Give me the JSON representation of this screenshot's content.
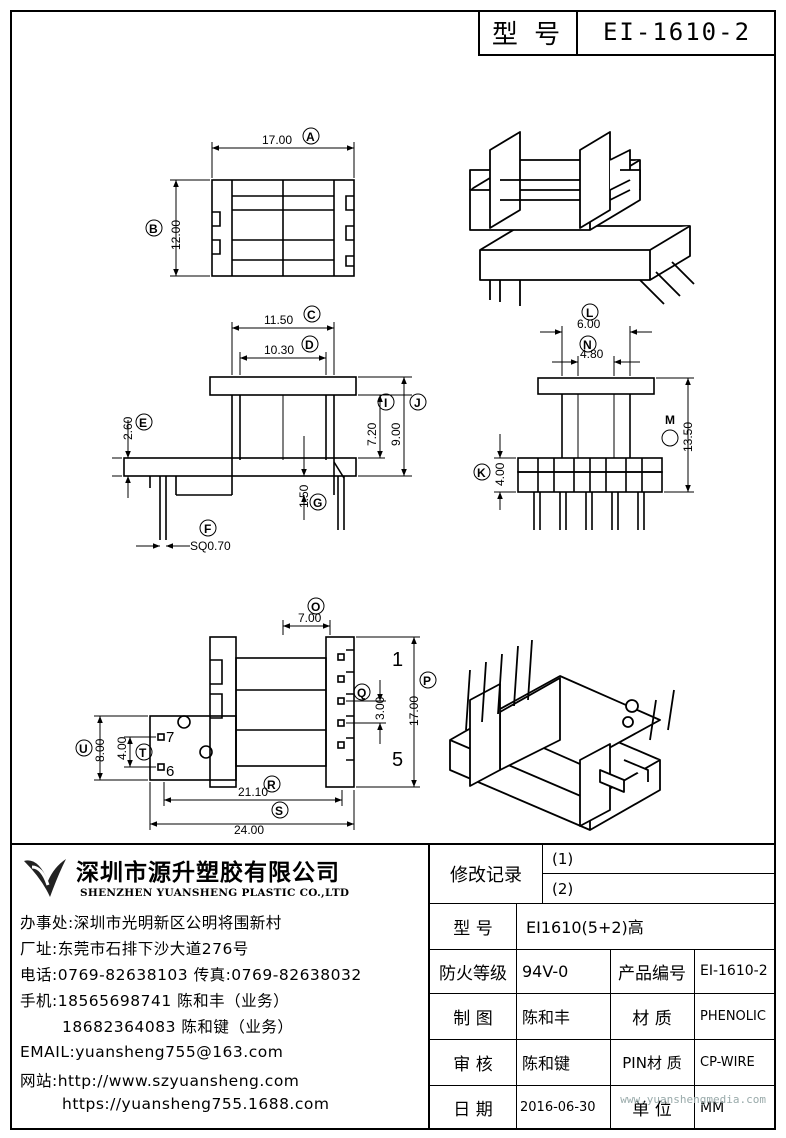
{
  "title_block": {
    "label": "型 号",
    "model": "EI-1610-2"
  },
  "dimensions": {
    "a": "17.00",
    "b": "12.00",
    "c": "11.50",
    "d": "10.30",
    "e": "2.60",
    "f": "SQ0.70",
    "g": "1.50",
    "i": "7.20",
    "j": "9.00",
    "l": "6.00",
    "n": "4.80",
    "m": "13.50",
    "k": "4.00",
    "o": "7.00",
    "p": "17.00",
    "q": "3.00",
    "r": "21.10",
    "s": "24.00",
    "t": "4.00",
    "u": "8.00"
  },
  "callouts": {
    "a": "A",
    "b": "B",
    "c": "C",
    "d": "D",
    "e": "E",
    "f": "F",
    "g": "G",
    "i": "I",
    "j": "J",
    "l": "L",
    "n": "N",
    "m": "M",
    "k": "K",
    "o": "O",
    "p": "P",
    "q": "Q",
    "r": "R",
    "s": "S",
    "t": "T",
    "u": "U"
  },
  "pin_labels": {
    "p1": "1",
    "p5": "5",
    "p6": "6",
    "p7": "7"
  },
  "company": {
    "name_cn": "深圳市源升塑胶有限公司",
    "name_en": "SHENZHEN YUANSHENG PLASTIC CO.,LTD",
    "office": "办事处:深圳市光明新区公明将围新村",
    "factory": "厂址:东莞市石排下沙大道276号",
    "phone": "电话:0769-82638103 传真:0769-82638032",
    "mobile1": "手机:18565698741 陈和丰（业务）",
    "mobile2": "18682364083 陈和键（业务）",
    "email": "EMAIL:yuansheng755@163.com",
    "web1": "网站:http://www.szyuansheng.com",
    "web2": "https://yuansheng755.1688.com"
  },
  "table": {
    "revision_label": "修改记录",
    "rev1": "(1)",
    "rev2": "(2)",
    "model_label": "型 号",
    "model_value": "EI1610(5+2)高",
    "fire_label": "防火等级",
    "fire_value": "94V-0",
    "product_no_label": "产品编号",
    "product_no_value": "EI-1610-2",
    "drawn_label": "制 图",
    "drawn_value": "陈和丰",
    "material_label": "材 质",
    "material_value": "PHENOLIC",
    "checked_label": "审 核",
    "checked_value": "陈和键",
    "pin_material_label": "PIN材 质",
    "pin_material_value": "CP-WIRE",
    "date_label": "日 期",
    "date_value": "2016-06-30",
    "unit_label": "单 位",
    "unit_value": "MM"
  },
  "watermark": "www.yuanshengmedia.com"
}
